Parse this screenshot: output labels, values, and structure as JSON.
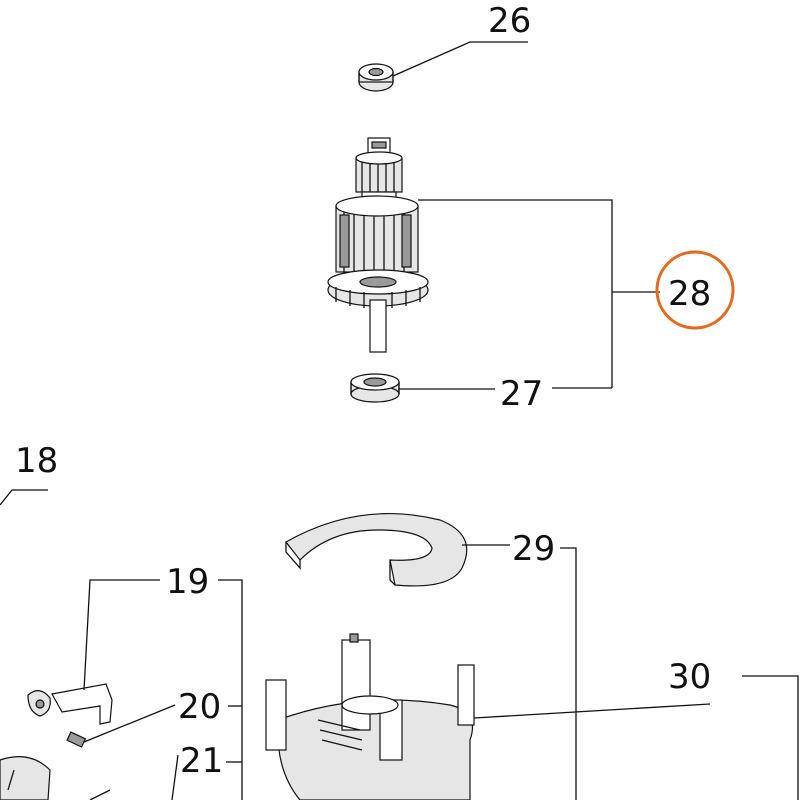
{
  "diagram": {
    "part_labels": {
      "p26": "26",
      "p27": "27",
      "p28": "28",
      "p18": "18",
      "p19": "19",
      "p20": "20",
      "p21": "21",
      "p29": "29",
      "p30": "30"
    },
    "highlight": {
      "label": "28",
      "color": "#e8681c"
    }
  }
}
